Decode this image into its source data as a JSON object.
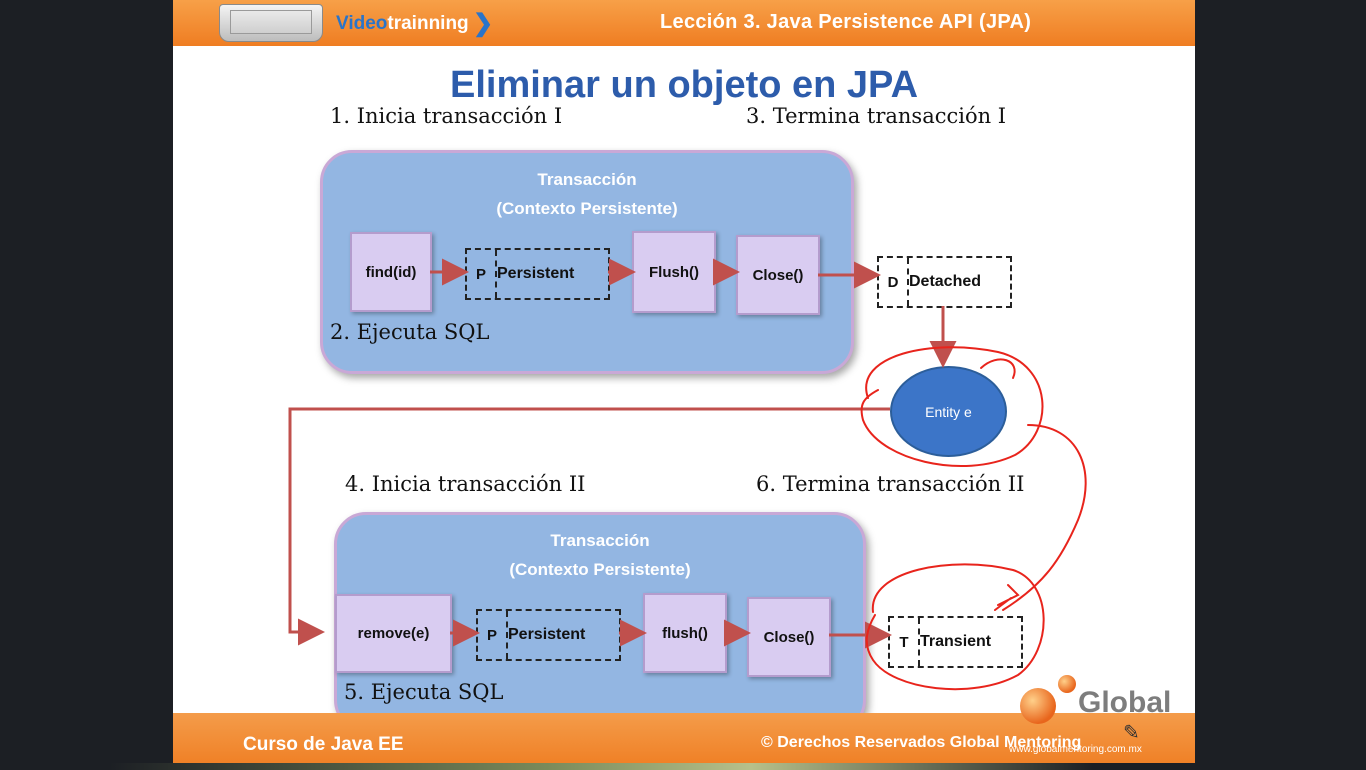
{
  "header": {
    "brand_prefix": "Video",
    "brand_suffix": "trainning",
    "brand_chevron": "❯",
    "lesson": "Lección 3. Java Persistence API (JPA)"
  },
  "slide": {
    "title": "Eliminar un objeto en JPA"
  },
  "steps": {
    "s1": "1. Inicia transacción I",
    "s2": "2. Ejecuta SQL",
    "s3": "3. Termina transacción I",
    "s4": "4. Inicia transacción II",
    "s5": "5. Ejecuta SQL",
    "s6": "6. Termina transacción II"
  },
  "transaction1": {
    "title_line1": "Transacción",
    "title_line2": "(Contexto Persistente)",
    "ops": [
      "find(id)",
      "Flush()",
      "Close()"
    ],
    "state_letter": "P",
    "state_label": "Persistent"
  },
  "transaction2": {
    "title_line1": "Transacción",
    "title_line2": "(Contexto Persistente)",
    "ops": [
      "remove(e)",
      "flush()",
      "Close()"
    ],
    "state_letter": "P",
    "state_label": "Persistent"
  },
  "detached": {
    "letter": "D",
    "label": "Detached"
  },
  "entity": {
    "label": "Entity e"
  },
  "transient": {
    "letter": "T",
    "label": "Transient"
  },
  "footer": {
    "course": "Curso de Java EE",
    "rights": "© Derechos Reservados Global Mentoring",
    "url": "www.globalmentoring.com.mx",
    "logo_text": "Global"
  },
  "colors": {
    "orange_bar": "#ef7d22",
    "title_blue": "#2d5cab",
    "tx_box": "#93b6e2",
    "op_box": "#d9ccf1",
    "arrow": "#c0504d",
    "entity": "#3c75c8",
    "annotation_red": "#e8241c"
  },
  "icons": {
    "laptop": "laptop-icon",
    "pencil": "pencil-cursor-icon",
    "logo": "global-logo-icon"
  }
}
